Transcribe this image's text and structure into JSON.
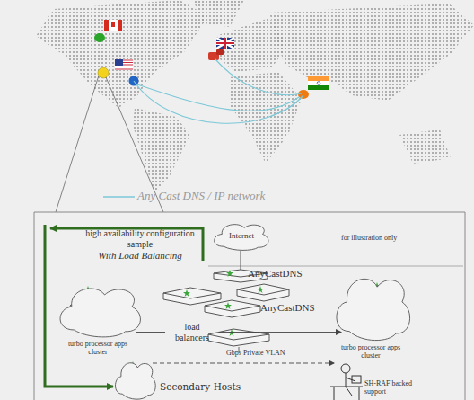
{
  "diagram": {
    "nodes": [
      {
        "text": [
          "Internet"
        ]
      },
      {
        "text": [
          "turbo processor apps cluster"
        ]
      },
      {
        "text": [
          "turbo processor apps cluster"
        ]
      },
      {
        "text": [
          "Secondary Hosts"
        ]
      },
      {
        "text": [
          "load balancers"
        ]
      }
    ],
    "edges": [
      {
        "from": 4,
        "to": 1,
        "arrow": "none"
      },
      {
        "from": 4,
        "to": 2,
        "arrow": "to"
      }
    ],
    "labels": [
      "Any Cast DNS / IP network",
      "high availability configuration sample",
      "With Load Balancing",
      "for illustration only",
      "AnyCastDNS",
      "AnyCastDNS",
      "Gbps Private VLAN",
      "SH-RAF backed support"
    ]
  }
}
